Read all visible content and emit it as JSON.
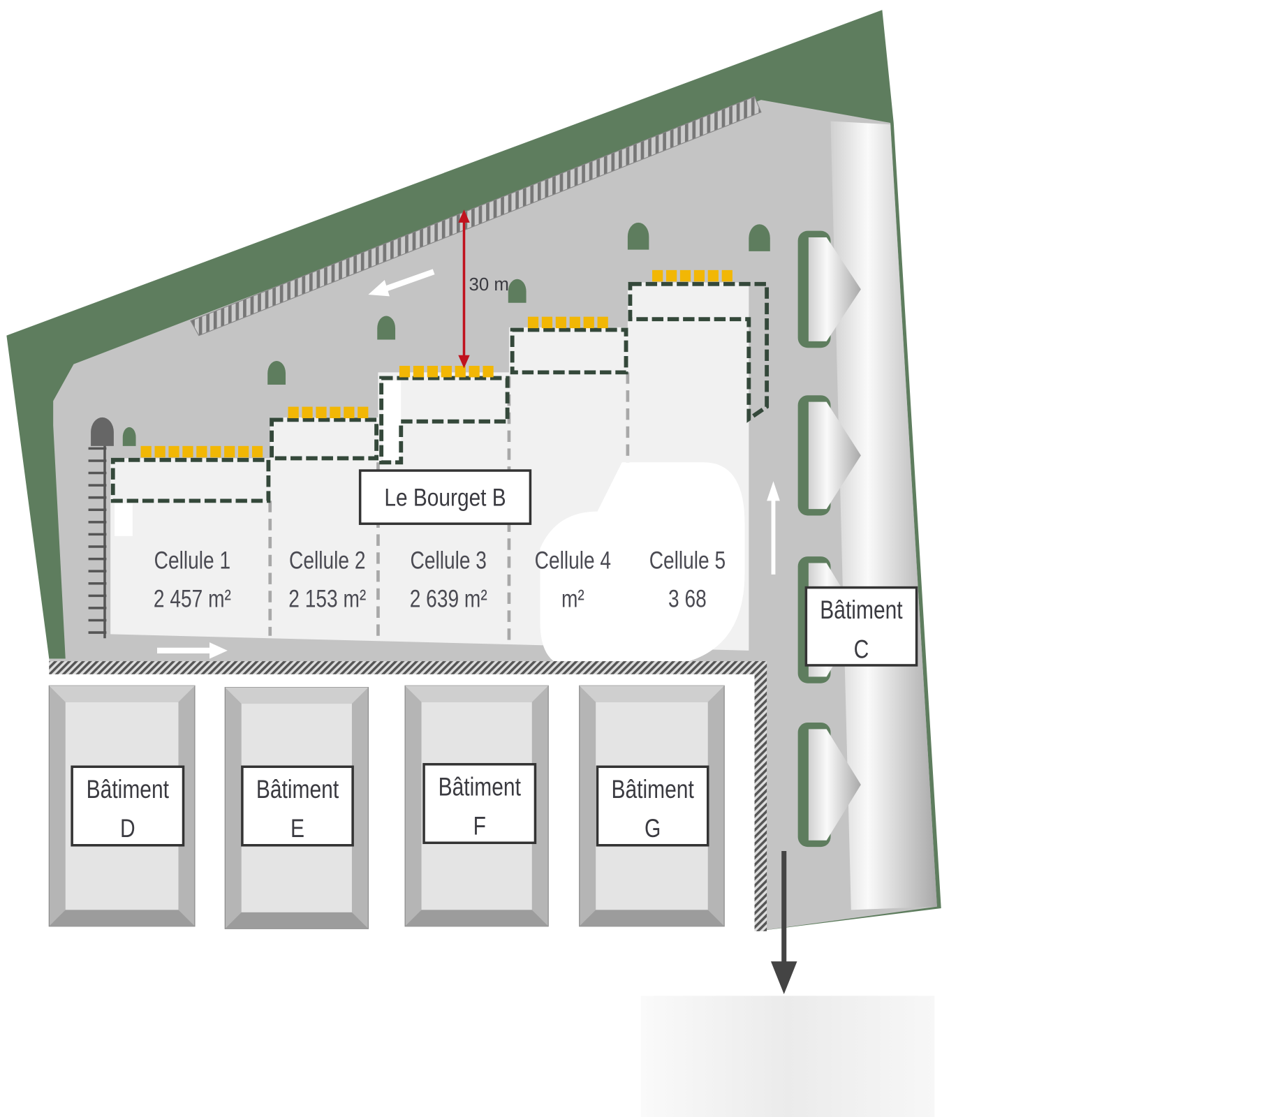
{
  "title": "Le Bourget B",
  "distance_label": "30 m",
  "cells": [
    {
      "name": "Cellule 1",
      "area": "2 457 m²"
    },
    {
      "name": "Cellule 2",
      "area": "2 153 m²"
    },
    {
      "name": "Cellule 3",
      "area": "2 639 m²"
    },
    {
      "name": "Cellule 4",
      "area": "m²"
    },
    {
      "name": "Cellule 5",
      "area": "3 68"
    }
  ],
  "buildings": {
    "C": {
      "line1": "Bâtiment",
      "line2": "C"
    },
    "D": {
      "line1": "Bâtiment",
      "line2": "D"
    },
    "E": {
      "line1": "Bâtiment",
      "line2": "E"
    },
    "F": {
      "line1": "Bâtiment",
      "line2": "F"
    },
    "G": {
      "line1": "Bâtiment",
      "line2": "G"
    }
  },
  "colors": {
    "green": "#5e7d5e",
    "lot": "#c4c4c4",
    "building": "#f1f1f1",
    "dock": "#f2b705",
    "dash": "#34483a",
    "arrow_red": "#c0121e",
    "arrow_dark": "#444444"
  }
}
